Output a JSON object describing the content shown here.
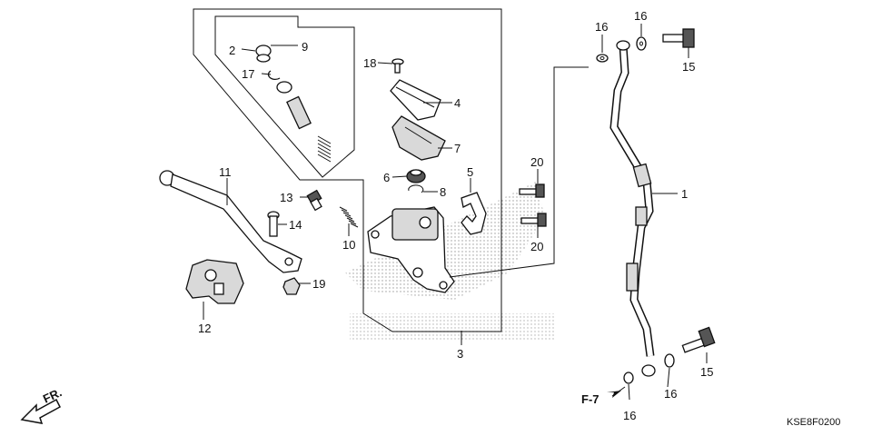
{
  "diagram": {
    "part_labels": {
      "p1": "1",
      "p2": "2",
      "p3": "3",
      "p4": "4",
      "p5": "5",
      "p6": "6",
      "p7": "7",
      "p8": "8",
      "p9": "9",
      "p10": "10",
      "p11": "11",
      "p12": "12",
      "p13": "13",
      "p14": "14",
      "p15a": "15",
      "p15b": "15",
      "p16a": "16",
      "p16b": "16",
      "p16c": "16",
      "p16d": "16",
      "p17": "17",
      "p18": "18",
      "p19": "19",
      "p20a": "20",
      "p20b": "20"
    },
    "reference_arrow": "F-7",
    "front_indicator": "FR.",
    "diagram_code": "KSE8F0200",
    "colors": {
      "ink": "#111111",
      "shade": "#d9d9d9",
      "watermark": "#cfcfcf"
    }
  }
}
